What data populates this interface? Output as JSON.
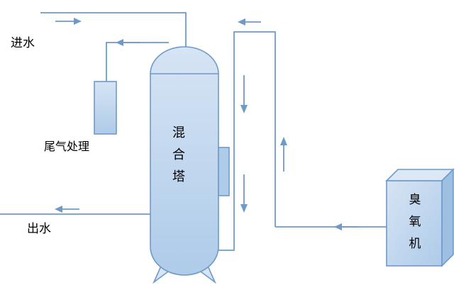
{
  "labels": {
    "inlet_water": "进水",
    "tail_gas_treatment": "尾气处理",
    "mixing_tower": "混合塔",
    "outlet_water": "出水",
    "ozone_generator": "臭氧机"
  },
  "colors": {
    "line": "#6f9ac8",
    "fill_light": "#d6e4f4",
    "fill_dark": "#aecbe9",
    "fill_side": "#9dbfe2",
    "fill_top": "#dce8f5",
    "text": "#000000"
  }
}
